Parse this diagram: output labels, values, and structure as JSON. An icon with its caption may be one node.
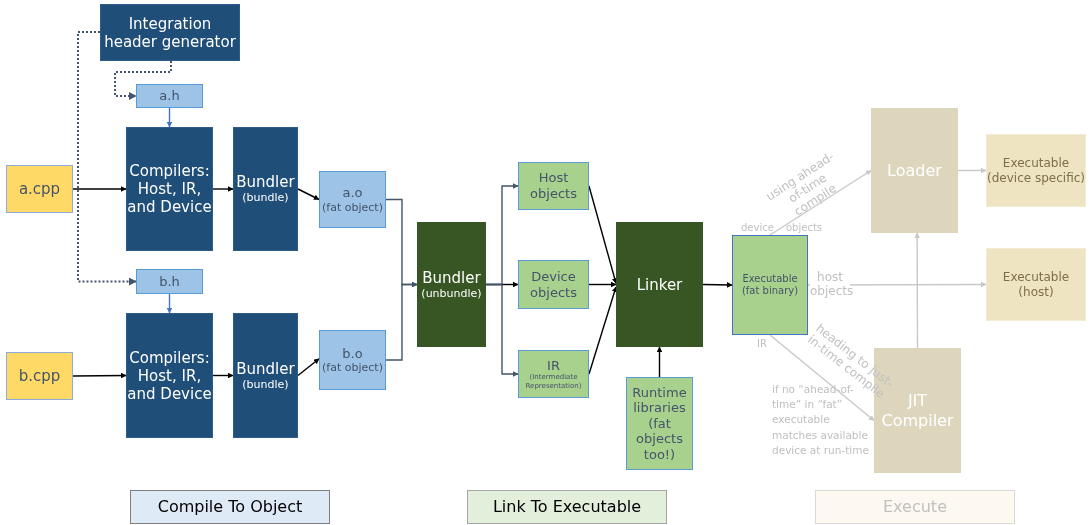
{
  "diagram": {
    "nodes": [
      {
        "text": [
          "Integration header generator"
        ]
      },
      {
        "text": [
          "a.h"
        ]
      },
      {
        "text": [
          "a.cpp"
        ]
      },
      {
        "text": [
          "Compilers: Host, IR, and Device"
        ]
      },
      {
        "text": [
          "Bundler",
          "(bundle)"
        ]
      },
      {
        "text": [
          "a.o",
          "(fat object)"
        ]
      },
      {
        "text": [
          "b.h"
        ]
      },
      {
        "text": [
          "b.cpp"
        ]
      },
      {
        "text": [
          "Compilers: Host, IR, and Device"
        ]
      },
      {
        "text": [
          "Bundler",
          "(bundle)"
        ]
      },
      {
        "text": [
          "b.o",
          "(fat object)"
        ]
      },
      {
        "text": [
          "Bundler",
          "(unbundle)"
        ]
      },
      {
        "text": [
          "Host objects"
        ]
      },
      {
        "text": [
          "Device objects"
        ]
      },
      {
        "text": [
          "IR",
          "(Intermediate Representation)"
        ]
      },
      {
        "text": [
          "Linker"
        ]
      },
      {
        "text": [
          "Runtime libraries (fat objects too!)"
        ]
      },
      {
        "text": [
          "Executable (fat binary)"
        ]
      },
      {
        "text": [
          "Loader"
        ]
      },
      {
        "text": [
          "Executable (device specific)"
        ]
      },
      {
        "text": [
          "Executable (host)"
        ]
      },
      {
        "text": [
          "JIT Compiler"
        ]
      },
      {
        "text": [
          "Compile To Object"
        ]
      },
      {
        "text": [
          "Link To Executable"
        ]
      },
      {
        "text": [
          "Execute"
        ]
      }
    ],
    "edges": [
      {
        "from": 0,
        "to": 1,
        "arrow": "to",
        "style": "dashed",
        "color": "#44546a"
      },
      {
        "from": 0,
        "to": 6,
        "arrow": "to",
        "style": "dashed",
        "color": "#44546a"
      },
      {
        "from": 1,
        "to": 3,
        "arrow": "to",
        "color": "#4472c4"
      },
      {
        "from": 2,
        "to": 3,
        "arrow": "to"
      },
      {
        "from": 3,
        "to": 4,
        "arrow": "to"
      },
      {
        "from": 4,
        "to": 5,
        "arrow": "to"
      },
      {
        "from": 6,
        "to": 8,
        "arrow": "to",
        "color": "#4472c4"
      },
      {
        "from": 7,
        "to": 8,
        "arrow": "to"
      },
      {
        "from": 8,
        "to": 9,
        "arrow": "to"
      },
      {
        "from": 9,
        "to": 10,
        "arrow": "to"
      },
      {
        "from": 5,
        "to": 11,
        "arrow": "to",
        "color": "#44546a"
      },
      {
        "from": 10,
        "to": 11,
        "arrow": "to",
        "color": "#44546a"
      },
      {
        "from": 11,
        "to": 12,
        "arrow": "to",
        "color": "#44546a"
      },
      {
        "from": 11,
        "to": 13,
        "arrow": "to"
      },
      {
        "from": 11,
        "to": 14,
        "arrow": "to",
        "color": "#44546a"
      },
      {
        "from": 12,
        "to": 15,
        "arrow": "to"
      },
      {
        "from": 13,
        "to": 15,
        "arrow": "to"
      },
      {
        "from": 14,
        "to": 15,
        "arrow": "to"
      },
      {
        "from": 16,
        "to": 15,
        "arrow": "to"
      },
      {
        "from": 15,
        "to": 17,
        "arrow": "to"
      },
      {
        "from": 17,
        "to": 18,
        "arrow": "to",
        "label": "using ahead-of-time compile",
        "color": "#c8c8c8"
      },
      {
        "from": 17,
        "to": 20,
        "arrow": "to",
        "label": "host objects",
        "color": "#c8c8c8"
      },
      {
        "from": 17,
        "to": 21,
        "arrow": "to",
        "label": "heading to just-in-time compile",
        "color": "#c8c8c8"
      },
      {
        "from": 21,
        "to": 18,
        "arrow": "to",
        "color": "#c8c8c8"
      },
      {
        "from": 18,
        "to": 19,
        "arrow": "to",
        "color": "#c8c8c8"
      }
    ],
    "labels": [
      "device",
      "objects",
      "IR",
      "if no “ahead-of-time” in “fat” executable matches available device at run-time"
    ]
  }
}
